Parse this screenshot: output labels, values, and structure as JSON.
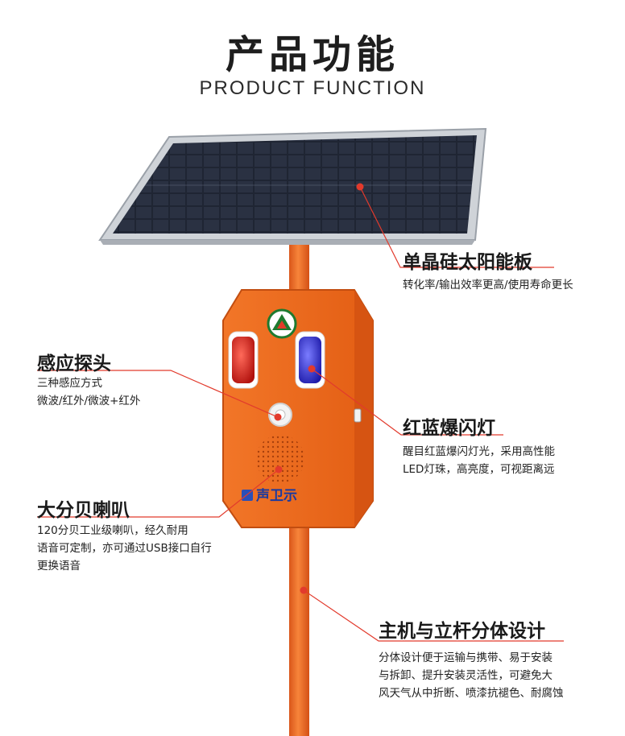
{
  "header": {
    "title": "产品功能",
    "subtitle": "PRODUCT FUNCTION"
  },
  "device": {
    "brand": "声卫示"
  },
  "features": {
    "solar": {
      "title": "单晶硅太阳能板",
      "lines": [
        "转化率/输出效率更高/使用寿命更长"
      ]
    },
    "sensor": {
      "title": "感应探头",
      "lines": [
        "三种感应方式",
        "微波/红外/微波+红外"
      ]
    },
    "light": {
      "title": "红蓝爆闪灯",
      "lines": [
        "醒目红蓝爆闪灯光，采用高性能",
        "LED灯珠，高亮度，可视距离远"
      ]
    },
    "speaker": {
      "title": "大分贝喇叭",
      "lines": [
        "120分贝工业级喇叭，经久耐用",
        "语音可定制，亦可通过USB接口自行",
        "更换语音"
      ]
    },
    "pole": {
      "title": "主机与立杆分体设计",
      "lines": [
        "分体设计便于运输与携带、易于安装",
        "与拆卸、提升安装灵活性，可避免大",
        "风天气从中折断、喷漆抗褪色、耐腐蚀"
      ]
    }
  },
  "colors": {
    "accent": "#e23a2c",
    "housing": "#f06a1a",
    "pole": "#f26a20",
    "panel": "#1d2330"
  }
}
